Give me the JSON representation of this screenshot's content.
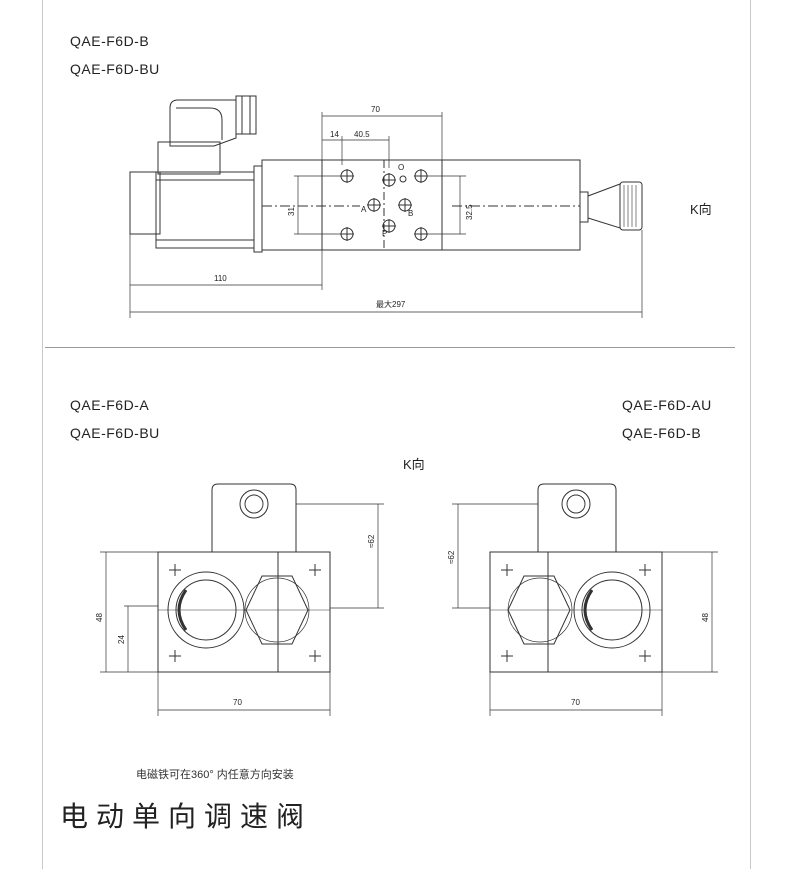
{
  "top": {
    "models": [
      "QAE-F6D-B",
      "QAE-F6D-BU"
    ],
    "k_direction": "K向",
    "dims": {
      "d70": "70",
      "d14": "14",
      "d40_5": "40.5",
      "d31": "31",
      "d32_5": "32.5",
      "d110": "110",
      "max297": "最大297",
      "port_a": "A",
      "port_b": "B",
      "port_p": "P",
      "port_o": "O"
    }
  },
  "bottom": {
    "left_models": [
      "QAE-F6D-A",
      "QAE-F6D-BU"
    ],
    "right_models": [
      "QAE-F6D-AU",
      "QAE-F6D-B"
    ],
    "k_direction": "K向",
    "left_dims": {
      "d62": "≈62",
      "d48": "48",
      "d24": "24",
      "d70": "70"
    },
    "right_dims": {
      "d62": "≈62",
      "d48": "48",
      "d70": "70"
    }
  },
  "note": "电磁铁可在360° 内任意方向安装",
  "title": "电动单向调速阀"
}
